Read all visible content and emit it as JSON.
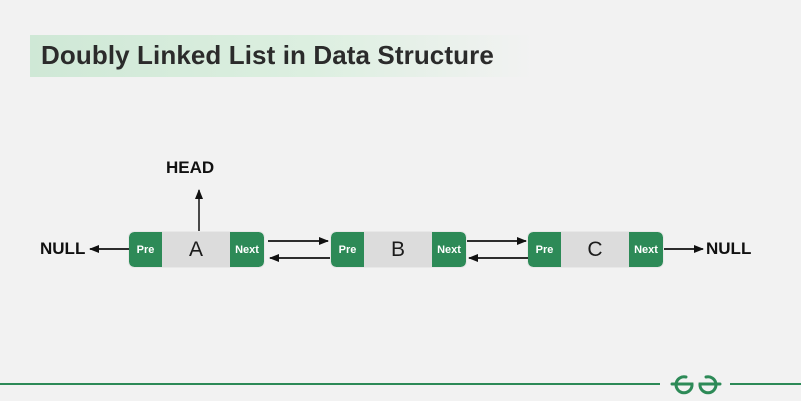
{
  "title": "Doubly Linked List in Data Structure",
  "labels": {
    "head": "HEAD",
    "null_left": "NULL",
    "null_right": "NULL"
  },
  "nodes": [
    {
      "pre": "Pre",
      "value": "A",
      "next": "Next"
    },
    {
      "pre": "Pre",
      "value": "B",
      "next": "Next"
    },
    {
      "pre": "Pre",
      "value": "C",
      "next": "Next"
    }
  ],
  "colors": {
    "accent_green": "#2d8a57",
    "title_band": "#d3ebd9",
    "node_body": "#dcdcdc",
    "background": "#f2f2f2"
  },
  "icons": {
    "logo": "gfg-logo-icon"
  }
}
